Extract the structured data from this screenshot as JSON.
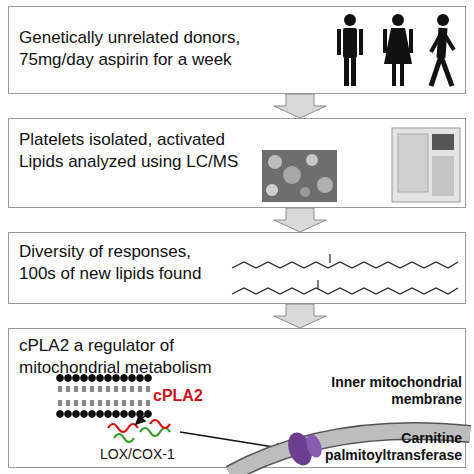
{
  "diagram": {
    "nodes": [
      {
        "text": [
          "Genetically unrelated donors,",
          "75mg/day aspirin for a week"
        ]
      },
      {
        "text": [
          "Platelets isolated, activated",
          "Lipids analyzed using LC/MS"
        ]
      },
      {
        "text": [
          "Diversity of responses,",
          "100s of new lipids found"
        ]
      },
      {
        "text": [
          "cPLA2 a regulator of",
          "mitochondrial metabolism"
        ]
      }
    ],
    "edges": [
      {
        "from": 0,
        "to": 1,
        "arrow": "to"
      },
      {
        "from": 1,
        "to": 2,
        "arrow": "to"
      },
      {
        "from": 2,
        "to": 3,
        "arrow": "to"
      }
    ],
    "labels": [
      "cPLA2",
      "LOX/COX-1",
      "Inner mitochondrial membrane",
      "Carnitine palmitoyltransferase"
    ]
  }
}
